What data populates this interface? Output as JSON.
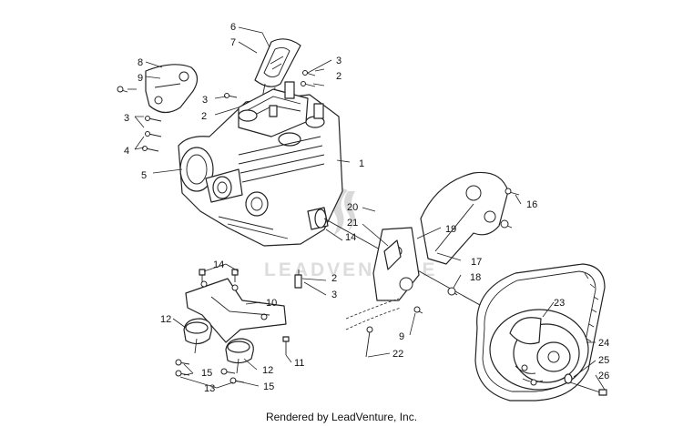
{
  "diagram": {
    "watermark_text": "LEADVENTURE",
    "callouts": [
      {
        "id": "c1",
        "label": "1"
      },
      {
        "id": "c2a",
        "label": "2"
      },
      {
        "id": "c2b",
        "label": "2"
      },
      {
        "id": "c2c",
        "label": "2"
      },
      {
        "id": "c3a",
        "label": "3"
      },
      {
        "id": "c3b",
        "label": "3"
      },
      {
        "id": "c3c",
        "label": "3"
      },
      {
        "id": "c3d",
        "label": "3"
      },
      {
        "id": "c4",
        "label": "4"
      },
      {
        "id": "c5",
        "label": "5"
      },
      {
        "id": "c6",
        "label": "6"
      },
      {
        "id": "c7",
        "label": "7"
      },
      {
        "id": "c8",
        "label": "8"
      },
      {
        "id": "c9a",
        "label": "9"
      },
      {
        "id": "c9b",
        "label": "9"
      },
      {
        "id": "c10",
        "label": "10"
      },
      {
        "id": "c11",
        "label": "11"
      },
      {
        "id": "c12a",
        "label": "12"
      },
      {
        "id": "c12b",
        "label": "12"
      },
      {
        "id": "c13",
        "label": "13"
      },
      {
        "id": "c14a",
        "label": "14"
      },
      {
        "id": "c14b",
        "label": "14"
      },
      {
        "id": "c15a",
        "label": "15"
      },
      {
        "id": "c15b",
        "label": "15"
      },
      {
        "id": "c16",
        "label": "16"
      },
      {
        "id": "c17",
        "label": "17"
      },
      {
        "id": "c18",
        "label": "18"
      },
      {
        "id": "c19",
        "label": "19"
      },
      {
        "id": "c20",
        "label": "20"
      },
      {
        "id": "c21",
        "label": "21"
      },
      {
        "id": "c22",
        "label": "22"
      },
      {
        "id": "c23",
        "label": "23"
      },
      {
        "id": "c24",
        "label": "24"
      },
      {
        "id": "c25",
        "label": "25"
      },
      {
        "id": "c26",
        "label": "26"
      }
    ]
  },
  "footer": {
    "text": "Rendered by LeadVenture, Inc."
  }
}
